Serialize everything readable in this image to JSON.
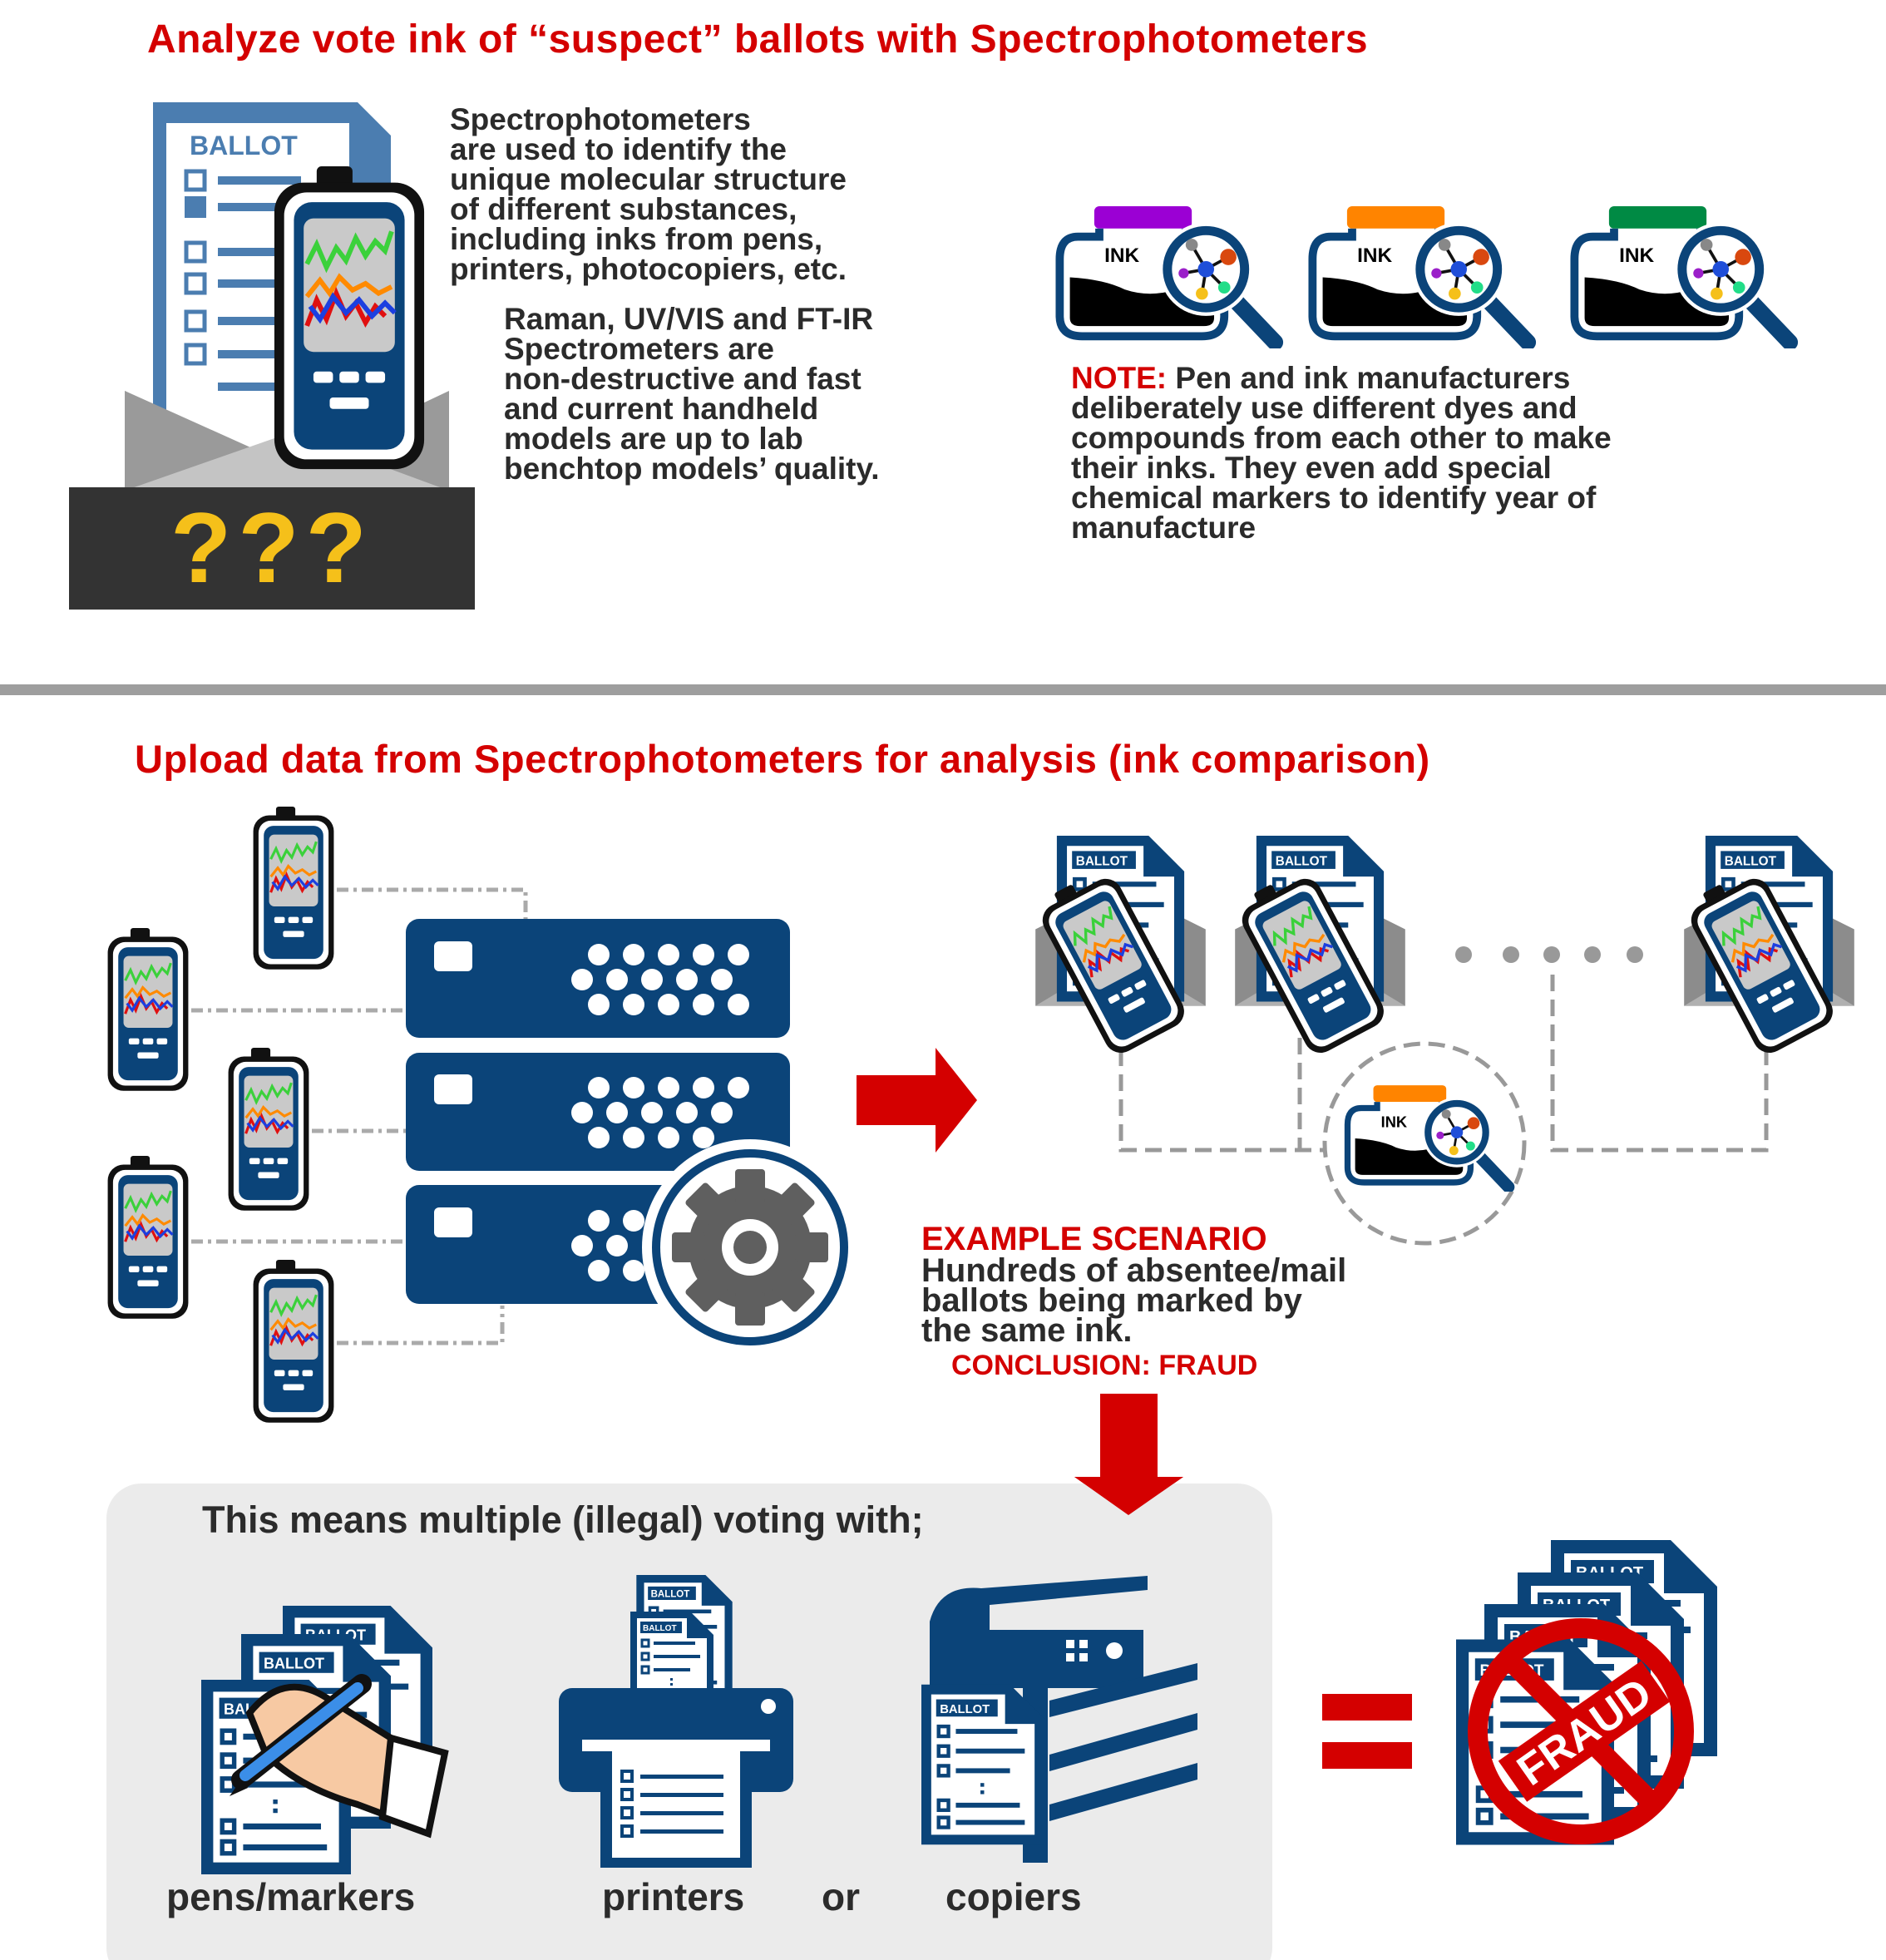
{
  "section1": {
    "title": "Analyze vote ink of “suspect” ballots with Spectrophotometers",
    "ballot_label": "BALLOT",
    "question_marks": "???",
    "para1": [
      "Spectrophotometers",
      "are used to identify the",
      "unique molecular structure",
      "of different substances,",
      "including inks from pens,",
      "printers, photocopiers, etc."
    ],
    "para2": [
      "Raman, UV/VIS and FT-IR",
      "Spectrometers are",
      "non-destructive and fast",
      "and current handheld",
      "models are up to lab",
      "benchtop models’ quality."
    ],
    "ink_label": "INK",
    "note_label": "NOTE:",
    "note_lines": [
      " Pen and ink manufacturers",
      "deliberately use different dyes and",
      "compounds from each other to make",
      "their inks. They even add special",
      "chemical markers to identify year of",
      "manufacture"
    ]
  },
  "section2": {
    "title": "Upload data from Spectrophotometers for analysis (ink comparison)",
    "example_title": "EXAMPLE SCENARIO",
    "example_lines": [
      "Hundreds of absentee/mail",
      "ballots being marked by",
      "the same ink."
    ],
    "conclusion": "CONCLUSION: FRAUD"
  },
  "section3": {
    "heading": "This means multiple (illegal) voting with;",
    "labels": {
      "pens": "pens/markers",
      "printers": "printers",
      "or": "or",
      "copiers": "copiers"
    },
    "equals": "=",
    "fraud_stamp": "FRAUD"
  },
  "colors": {
    "accent_red": "#d40000",
    "navy": "#0b4479",
    "panel_gray": "#ebebeb",
    "dark_box": "#333333",
    "question_yellow": "#f5c01a"
  }
}
